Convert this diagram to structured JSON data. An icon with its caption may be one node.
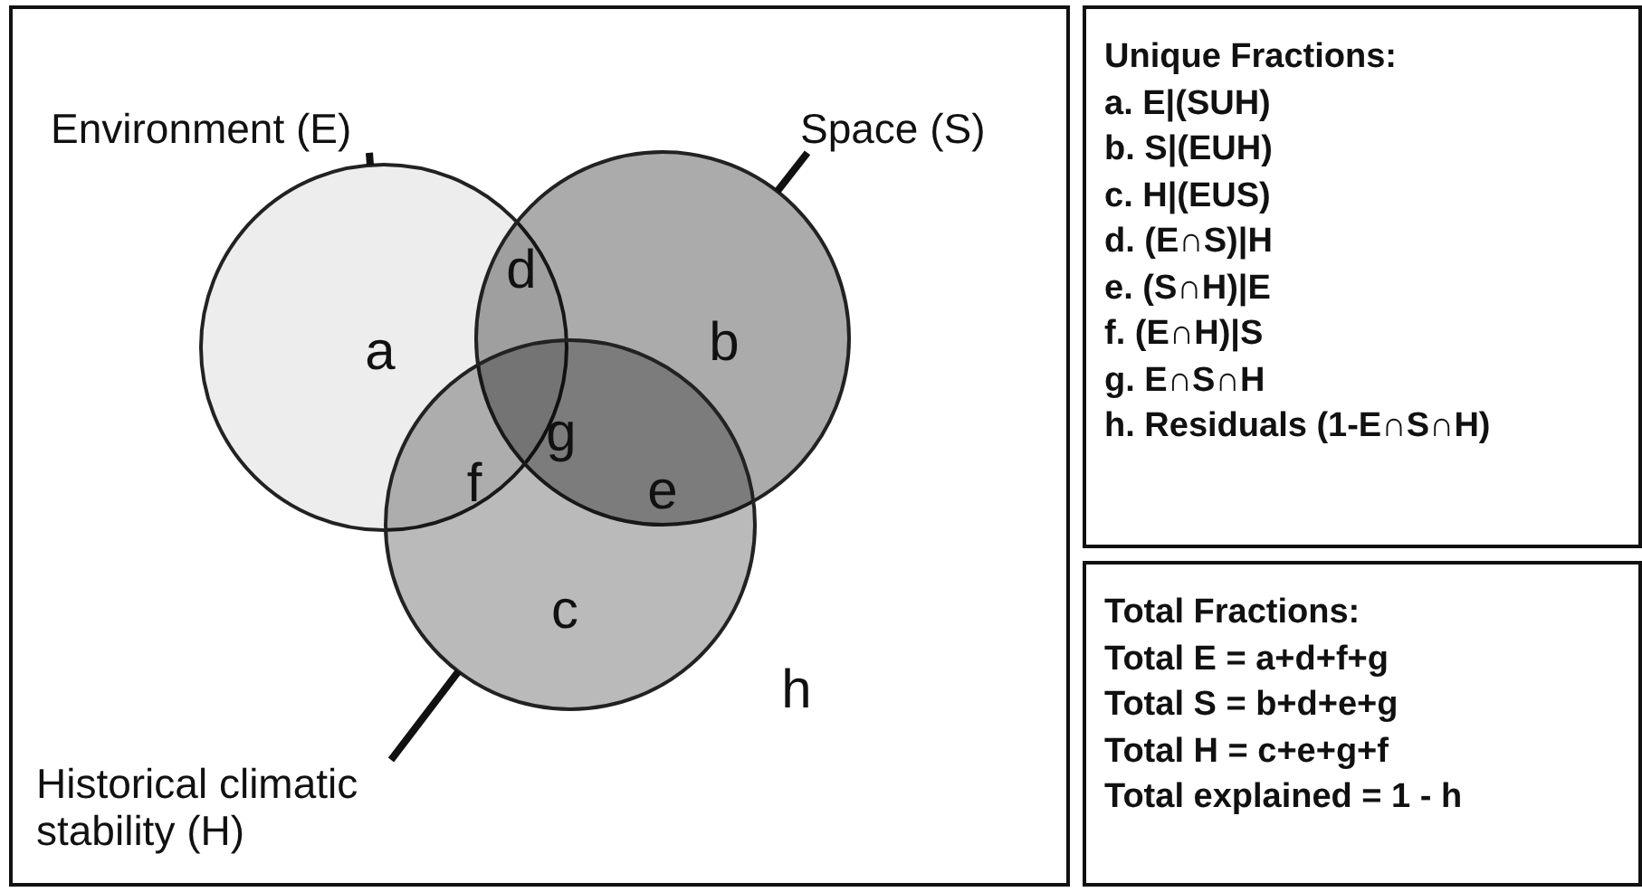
{
  "diagram": {
    "nodes": [
      {
        "text": [],
        "shape": "box"
      },
      {
        "text": [],
        "shape": "circle",
        "in": 0
      },
      {
        "text": [],
        "shape": "circle",
        "in": 0
      },
      {
        "text": [],
        "shape": "circle",
        "in": 0
      },
      {
        "text": [
          "Environment (E)"
        ],
        "in": 0
      },
      {
        "text": [
          "Space (S)"
        ],
        "in": 0
      },
      {
        "text": [
          "Historical climatic stability (H)"
        ],
        "in": 0
      },
      {
        "text": [
          "Unique Fractions:",
          "a. E|(SUH)",
          "b. S|(EUH)",
          "c. H|(EUS)",
          "d. (E∩S)|H",
          "e. (S∩H)|E",
          "f. (E∩H)|S",
          "g. E∩S∩H",
          "h. Residuals (1-E∩S∩H)"
        ]
      },
      {
        "text": [
          "Total Fractions:",
          "Total E = a+d+f+g",
          "Total S = b+d+e+g",
          "Total H = c+e+g+f",
          "Total explained = 1 - h"
        ]
      }
    ],
    "edges": [
      {
        "from": 4,
        "to": 1,
        "arrow": "none"
      },
      {
        "from": 5,
        "to": 2,
        "arrow": "none"
      },
      {
        "from": 6,
        "to": 3,
        "arrow": "none"
      }
    ],
    "labels": [
      "a",
      "d",
      "b",
      "g",
      "f",
      "e",
      "c",
      "h"
    ]
  }
}
